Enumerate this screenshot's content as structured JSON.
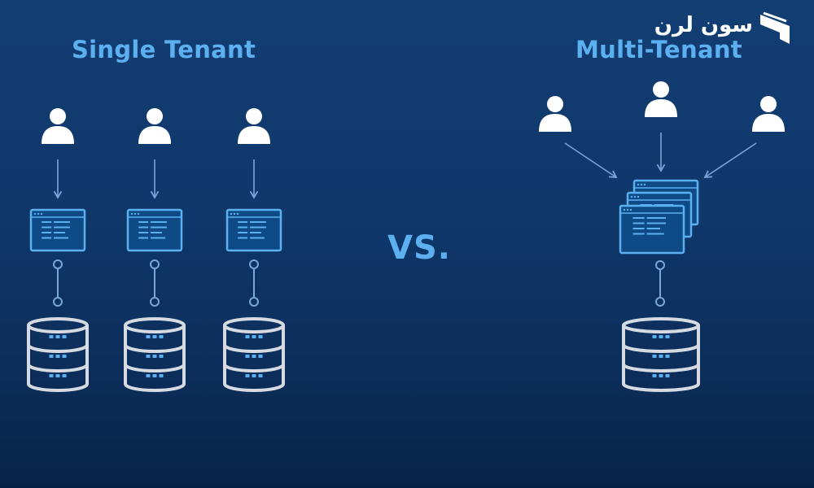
{
  "single_tenant": {
    "title": "Single Tenant",
    "stacks": [
      {
        "user": "user-icon",
        "app": "app-window-icon",
        "db": "database-icon"
      },
      {
        "user": "user-icon",
        "app": "app-window-icon",
        "db": "database-icon"
      },
      {
        "user": "user-icon",
        "app": "app-window-icon",
        "db": "database-icon"
      }
    ]
  },
  "multi_tenant": {
    "title": "Multi-Tenant",
    "users": [
      "user-icon",
      "user-icon",
      "user-icon"
    ],
    "app": "stacked-app-windows-icon",
    "db": "database-icon"
  },
  "versus_label": "VS.",
  "brand": {
    "name": "سون لرن",
    "logo": "brand-logo"
  },
  "colors": {
    "background_top": "#133e73",
    "background_bottom": "#082348",
    "accent": "#5cb0f0",
    "panel_fill": "#0d4a86",
    "user": "#ffffff",
    "database_stroke": "#d6dbe3",
    "connector": "#7aa6d8"
  }
}
